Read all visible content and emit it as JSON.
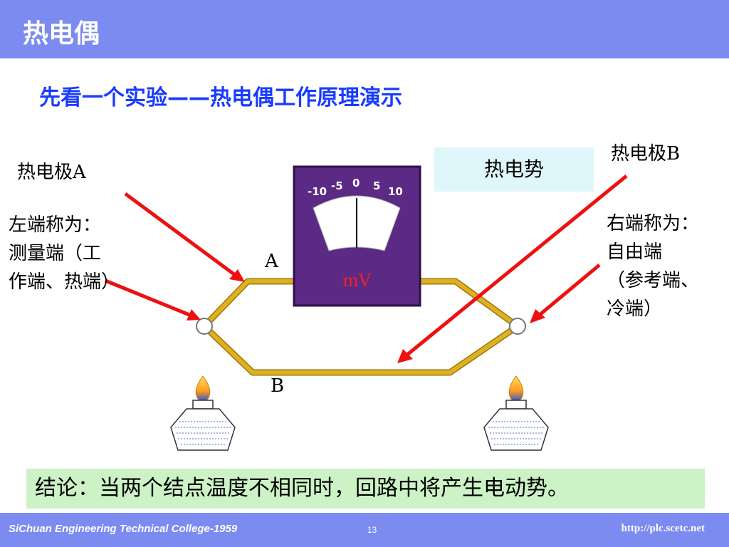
{
  "header": {
    "title": "热电偶"
  },
  "subtitle": "先看一个实验——热电偶工作原理演示",
  "labels": {
    "electrode_a": "热电极A",
    "electrode_b": "热电极B",
    "emf": "热电势",
    "left_end_lines": [
      "左端称为：",
      "测量端（工",
      "作端、热端）"
    ],
    "right_end_lines": [
      "右端称为：",
      "自由端",
      "（参考端、",
      "冷端）"
    ],
    "junction_a": "A",
    "junction_b": "B"
  },
  "meter": {
    "scale_ticks": [
      "-10",
      "-5",
      "0",
      "5",
      "10"
    ],
    "unit": "mV"
  },
  "conclusion": "结论：当两个结点温度不相同时，回路中将产生电动势。",
  "footer": {
    "college": "SiChuan Engineering Technical College-1959",
    "page": "13",
    "url": "http://plc.scetc.net"
  },
  "colors": {
    "header_bg": "#7b8bf0",
    "subtitle": "#1a3cff",
    "arrow": "#ee1111",
    "wire": "#e0b020",
    "meter_body": "#5a2a84",
    "emf_box": "#dff6fb",
    "conclusion_bg": "#ccf2c6"
  }
}
